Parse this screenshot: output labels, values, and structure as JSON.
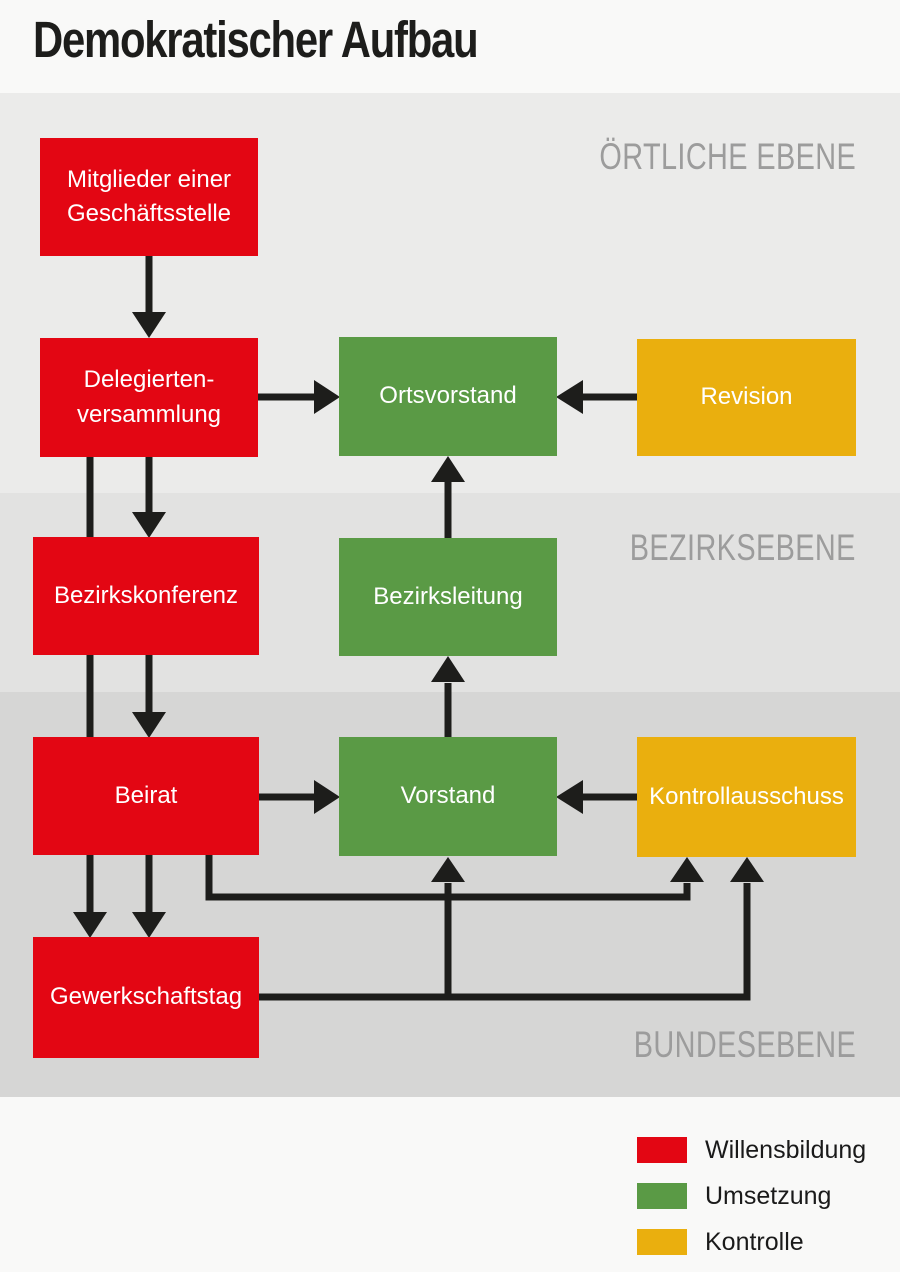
{
  "title": "Demokratischer Aufbau",
  "levels": [
    {
      "id": "local",
      "label": "ÖRTLICHE EBENE"
    },
    {
      "id": "district",
      "label": "BEZIRKSEBENE"
    },
    {
      "id": "federal",
      "label": "BUNDESEBENE"
    }
  ],
  "nodes": [
    {
      "id": "mitglieder-einer-geschaeftsstelle",
      "label": "Mitglieder einer\nGeschäftsstelle",
      "category": "willensbildung",
      "level": "local"
    },
    {
      "id": "delegiertenversammlung",
      "label": "Delegierten-\nversammlung",
      "category": "willensbildung",
      "level": "local"
    },
    {
      "id": "ortsvorstand",
      "label": "Ortsvorstand",
      "category": "umsetzung",
      "level": "local"
    },
    {
      "id": "revision",
      "label": "Revision",
      "category": "kontrolle",
      "level": "local"
    },
    {
      "id": "bezirkskonferenz",
      "label": "Bezirkskonferenz",
      "category": "willensbildung",
      "level": "district"
    },
    {
      "id": "bezirksleitung",
      "label": "Bezirksleitung",
      "category": "umsetzung",
      "level": "district"
    },
    {
      "id": "beirat",
      "label": "Beirat",
      "category": "willensbildung",
      "level": "federal"
    },
    {
      "id": "vorstand",
      "label": "Vorstand",
      "category": "umsetzung",
      "level": "federal"
    },
    {
      "id": "kontrollausschuss",
      "label": "Kontrollausschuss",
      "category": "kontrolle",
      "level": "federal"
    },
    {
      "id": "gewerkschaftstag",
      "label": "Gewerkschaftstag",
      "category": "willensbildung",
      "level": "federal"
    }
  ],
  "edges": [
    {
      "from": "mitglieder-einer-geschaeftsstelle",
      "to": "delegiertenversammlung"
    },
    {
      "from": "delegiertenversammlung",
      "to": "ortsvorstand"
    },
    {
      "from": "revision",
      "to": "ortsvorstand"
    },
    {
      "from": "delegiertenversammlung",
      "to": "bezirkskonferenz"
    },
    {
      "from": "delegiertenversammlung",
      "to": "gewerkschaftstag"
    },
    {
      "from": "bezirkskonferenz",
      "to": "beirat"
    },
    {
      "from": "beirat",
      "to": "gewerkschaftstag"
    },
    {
      "from": "bezirksleitung",
      "to": "ortsvorstand"
    },
    {
      "from": "vorstand",
      "to": "bezirksleitung"
    },
    {
      "from": "beirat",
      "to": "vorstand"
    },
    {
      "from": "kontrollausschuss",
      "to": "vorstand"
    },
    {
      "from": "beirat",
      "to": "kontrollausschuss"
    },
    {
      "from": "gewerkschaftstag",
      "to": "kontrollausschuss"
    },
    {
      "from": "gewerkschaftstag",
      "to": "vorstand"
    }
  ],
  "legend": [
    {
      "label": "Willensbildung",
      "category": "willensbildung",
      "color": "#e30613"
    },
    {
      "label": "Umsetzung",
      "category": "umsetzung",
      "color": "#5a9a45"
    },
    {
      "label": "Kontrolle",
      "category": "kontrolle",
      "color": "#eaaf0e"
    }
  ],
  "colors": {
    "red": "#e30613",
    "green": "#5a9a45",
    "yellow": "#eaaf0e",
    "background": "#f9f9f8",
    "band_local": "#ebebea",
    "band_district": "#e2e2e1",
    "band_federal": "#d6d6d5",
    "label_gray": "#9c9c9c",
    "line_black": "#1d1d1b",
    "title_black": "#1d1d1b"
  }
}
